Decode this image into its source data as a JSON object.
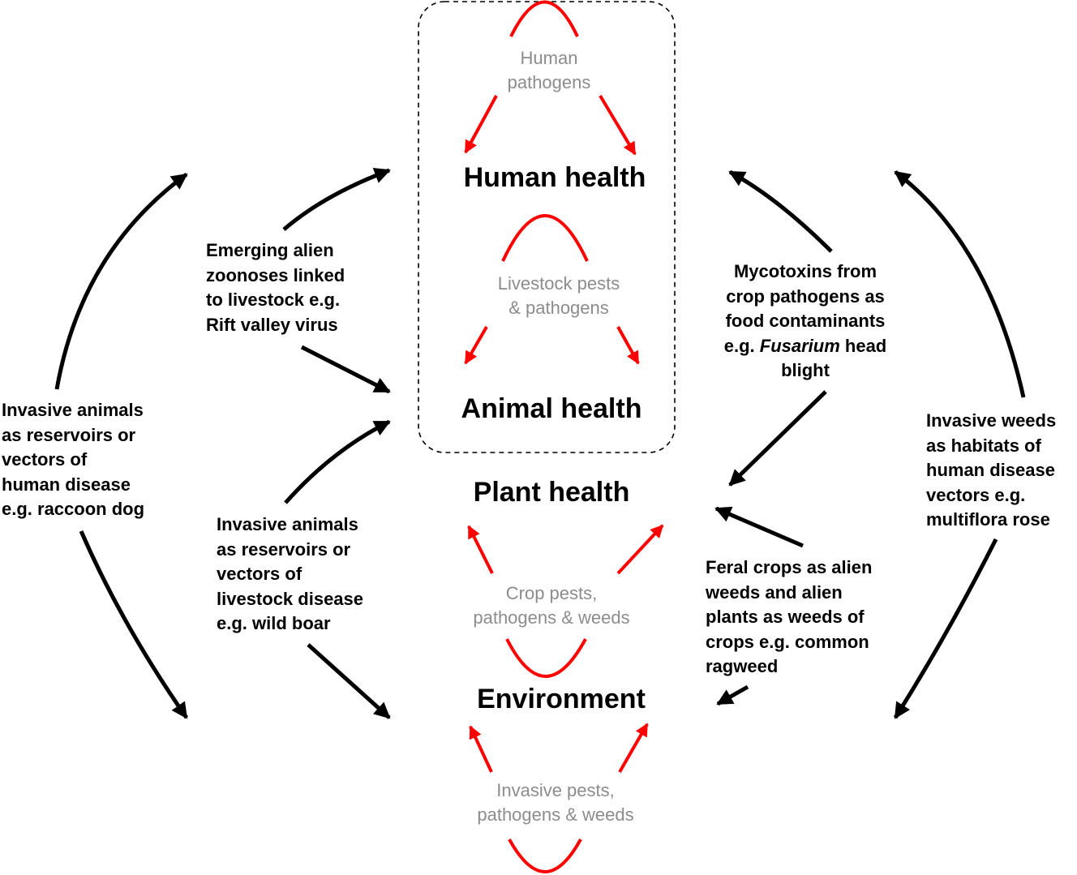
{
  "colors": {
    "background": "#ffffff",
    "impact_arrow": "#000000",
    "category_arrow": "#ff0000",
    "category_text": "#8c8c8c",
    "grouping_border": "#000000"
  },
  "nodes": {
    "human_health": "Human health",
    "animal_health": "Animal health",
    "plant_health": "Plant health",
    "environment": "Environment"
  },
  "categories": {
    "human_pathogens": [
      "Human",
      "pathogens"
    ],
    "livestock_pests": [
      "Livestock pests",
      "& pathogens"
    ],
    "crop_pests": [
      "Crop pests,",
      "pathogens & weeds"
    ],
    "invasive_pests": [
      "Invasive pests,",
      "pathogens & weeds"
    ]
  },
  "links": {
    "raccoon_dog": [
      "Invasive animals",
      "as reservoirs or",
      "vectors of",
      "human disease",
      "e.g. raccoon dog"
    ],
    "zoonoses": [
      "Emerging alien",
      "zoonoses linked",
      "to livestock e.g.",
      "Rift valley virus"
    ],
    "wild_boar": [
      "Invasive animals",
      "as reservoirs or",
      "vectors of",
      "livestock disease",
      "e.g. wild boar"
    ],
    "mycotoxins": {
      "line1": "Mycotoxins from",
      "line2": "crop pathogens as",
      "line3": "food contaminants",
      "line4_prefix": "e.g. ",
      "line4_italic": "Fusarium",
      "line4_suffix": " head",
      "line5": "blight"
    },
    "multiflora_rose": [
      "Invasive weeds",
      "as habitats of",
      "human disease",
      "vectors e.g.",
      "multiflora rose"
    ],
    "ragweed": [
      "Feral crops as alien",
      "weeds and alien",
      "plants as weeds of",
      "crops e.g. common",
      "ragweed"
    ]
  }
}
